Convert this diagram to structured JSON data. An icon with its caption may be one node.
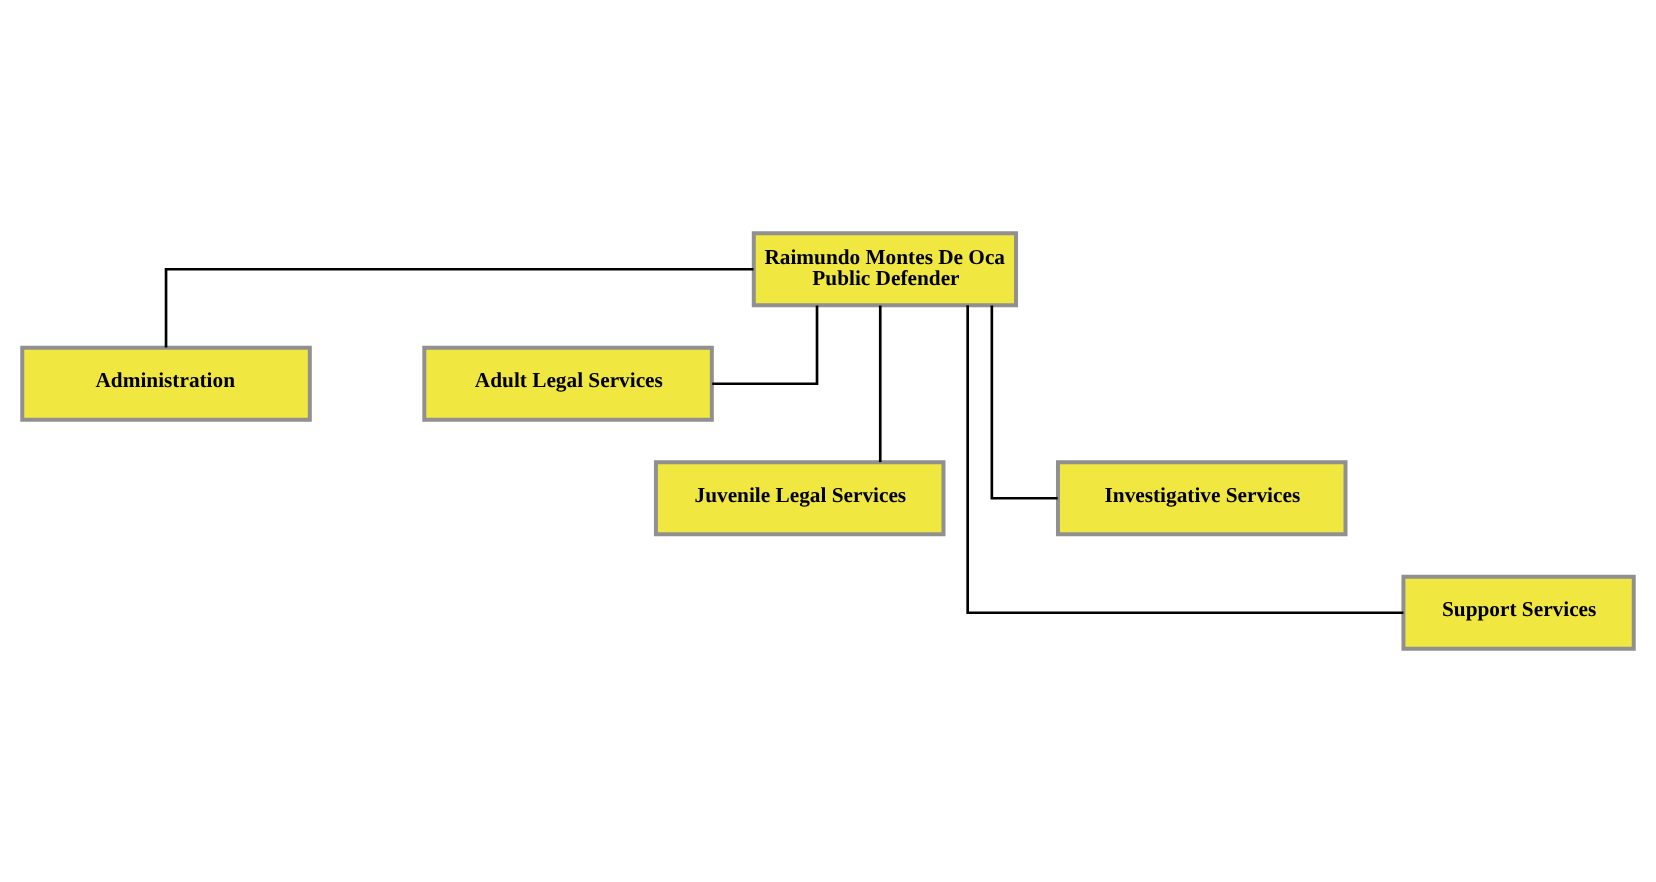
{
  "diagram": {
    "nodes": [
      {
        "text": [
          "Raimundo Montes De Oca Public Defender"
        ]
      },
      {
        "text": [
          "Administration"
        ]
      },
      {
        "text": [
          "Adult Legal Services"
        ]
      },
      {
        "text": [
          "Juvenile Legal Services"
        ]
      },
      {
        "text": [
          "Investigative Services"
        ]
      },
      {
        "text": [
          "Support Services"
        ]
      }
    ],
    "edges": [
      {
        "from": 0,
        "to": 1,
        "arrow": "none"
      },
      {
        "from": 0,
        "to": 2,
        "arrow": "none"
      },
      {
        "from": 0,
        "to": 3,
        "arrow": "none"
      },
      {
        "from": 0,
        "to": 4,
        "arrow": "none"
      },
      {
        "from": 0,
        "to": 5,
        "arrow": "none"
      }
    ]
  }
}
